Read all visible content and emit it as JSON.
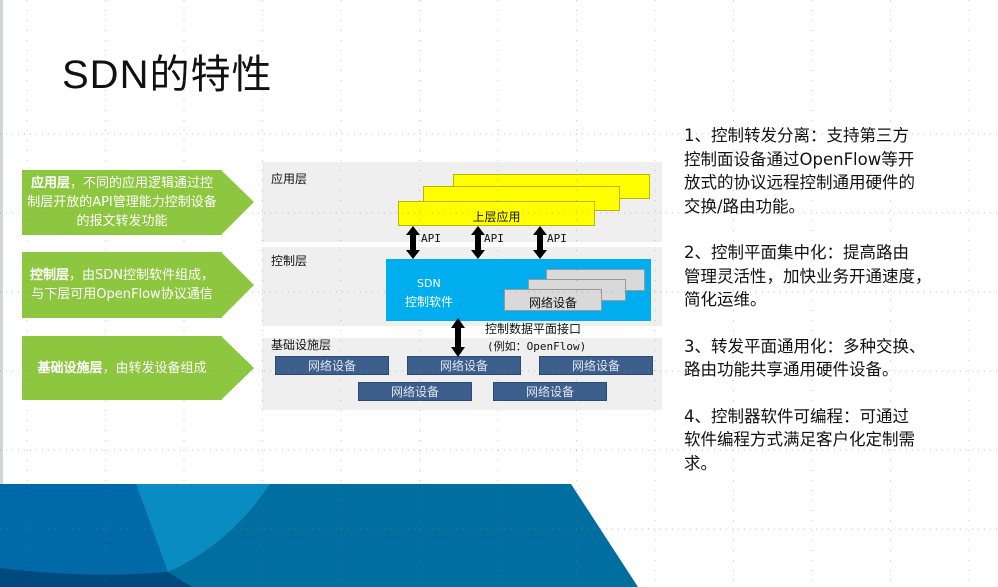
{
  "slide": {
    "title": "SDN的特性"
  },
  "left_callouts": [
    {
      "bold": "应用层",
      "text": "，不同的应用逻辑通过控制层开放的API管理能力控制设备的报文转发功能"
    },
    {
      "bold": "控制层",
      "text": "，由SDN控制软件组成，与下层可用OpenFlow协议通信"
    },
    {
      "bold": "基础设施层",
      "text": "，由转发设备组成"
    }
  ],
  "diagram": {
    "app_layer_label": "应用层",
    "control_layer_label": "控制层",
    "infra_layer_label": "基础设施层",
    "upper_app_label": "上层应用",
    "api_labels": [
      "API",
      "API",
      "API"
    ],
    "sdn_label": "SDN",
    "sdn_software_label": "控制软件",
    "control_device_label": "网络设备",
    "interface_label": "控制数据平面接口",
    "interface_example": "(例如：OpenFlow)",
    "infra_devices": [
      "网络设备",
      "网络设备",
      "网络设备",
      "网络设备",
      "网络设备"
    ]
  },
  "features": [
    {
      "lines": [
        "1、控制转发分离：支持第三方",
        "控制面设备通过OpenFlow等开",
        "放式的协议远程控制通用硬件的",
        "交换/路由功能。"
      ]
    },
    {
      "lines": [
        "2、控制平面集中化：提高路由",
        "管理灵活性，加快业务开通速度，",
        "简化运维。"
      ]
    },
    {
      "lines": [
        "3、转发平面通用化：多种交换、",
        "路由功能共享通用硬件设备。"
      ]
    },
    {
      "lines": [
        "4、控制器软件可编程：可通过",
        "软件编程方式满足客户化定制需",
        "求。"
      ]
    }
  ],
  "colors": {
    "green": "#8dc63f",
    "yellow": "#ffff00",
    "sdn_blue": "#00aeef",
    "device_blue": "#3b5e8c",
    "band_blue": "#006fa6"
  }
}
